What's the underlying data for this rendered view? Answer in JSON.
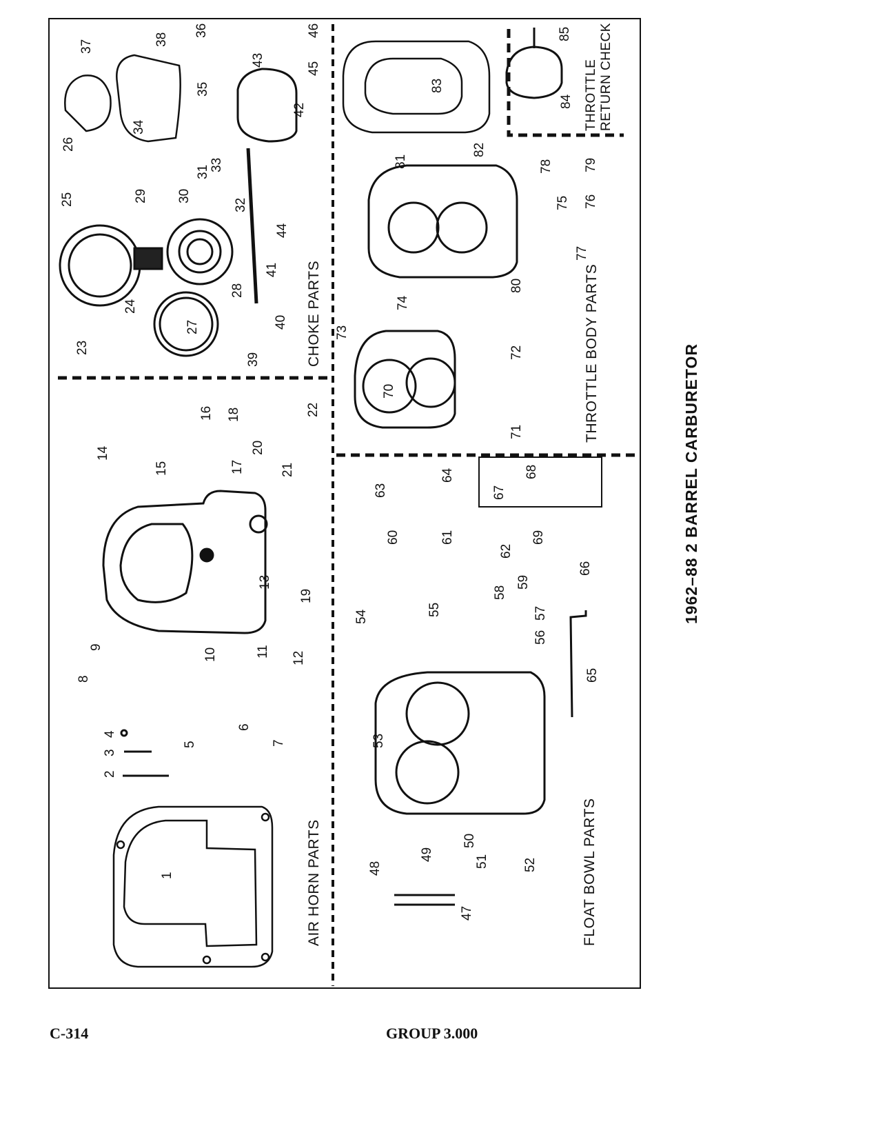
{
  "title": "1962–88 2 BARREL CARBURETOR",
  "footer": {
    "page_code": "C-314",
    "group": "GROUP 3.000"
  },
  "groups": [
    {
      "id": "air-horn",
      "label": "AIR HORN PARTS"
    },
    {
      "id": "choke",
      "label": "CHOKE PARTS"
    },
    {
      "id": "float-bowl",
      "label": "FLOAT BOWL PARTS"
    },
    {
      "id": "throttle-body",
      "label": "THROTTLE BODY PARTS"
    },
    {
      "id": "throttle-return",
      "label": "THROTTLE RETURN CHECK"
    }
  ],
  "callouts": [
    "1",
    "2",
    "3",
    "4",
    "5",
    "6",
    "7",
    "8",
    "9",
    "10",
    "11",
    "12",
    "13",
    "14",
    "15",
    "16",
    "17",
    "18",
    "19",
    "20",
    "21",
    "22",
    "23",
    "24",
    "25",
    "26",
    "27",
    "28",
    "29",
    "30",
    "31",
    "32",
    "33",
    "34",
    "35",
    "36",
    "37",
    "38",
    "39",
    "40",
    "41",
    "42",
    "43",
    "44",
    "45",
    "46",
    "47",
    "48",
    "49",
    "50",
    "51",
    "52",
    "53",
    "54",
    "55",
    "56",
    "57",
    "58",
    "59",
    "60",
    "61",
    "62",
    "63",
    "64",
    "65",
    "66",
    "67",
    "68",
    "69",
    "70",
    "71",
    "72",
    "73",
    "74",
    "75",
    "76",
    "77",
    "78",
    "79",
    "80",
    "81",
    "82",
    "83",
    "84",
    "85"
  ]
}
